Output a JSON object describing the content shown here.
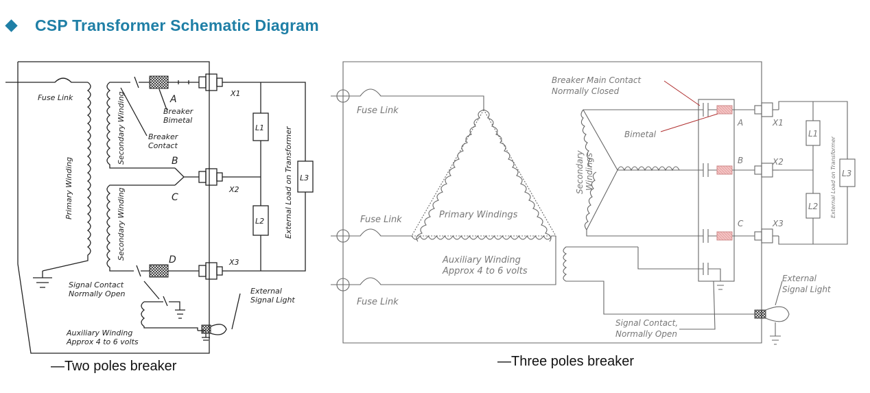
{
  "header": {
    "title": "CSP Transformer Schematic Diagram"
  },
  "left_diagram": {
    "caption": "—Two poles breaker",
    "labels": {
      "fuse_link": "Fuse Link",
      "primary_winding": "Primary Winding",
      "secondary_winding_top": "Secondary Winding",
      "secondary_winding_bottom": "Secondary Winding",
      "breaker_bimetal_1": "Breaker",
      "breaker_bimetal_2": "Bimetal",
      "breaker_contact_1": "Breaker",
      "breaker_contact_2": "Contact",
      "a": "A",
      "b": "B",
      "c": "C",
      "d": "D",
      "x1": "X1",
      "x2": "X2",
      "x3": "X3",
      "l1": "L1",
      "l2": "L2",
      "l3": "L3",
      "external_load": "External Load on Transformer",
      "signal_contact_1": "Signal Contact",
      "signal_contact_2": "Normally Open",
      "external_signal_1": "External",
      "external_signal_2": "Signal Light",
      "aux_1": "Auxiliary Winding",
      "aux_2": "Approx 4 to 6 volts"
    }
  },
  "right_diagram": {
    "caption": "—Three poles breaker",
    "labels": {
      "fuse_link_1": "Fuse Link",
      "fuse_link_2": "Fuse Link",
      "fuse_link_3": "Fuse Link",
      "primary_windings": "Primary Windings",
      "secondary_1": "Secondary",
      "secondary_2": "Windings",
      "breaker_main_1": "Breaker Main Contact",
      "breaker_main_2": "Normally Closed",
      "bimetal": "Bimetal",
      "a": "A",
      "b": "B",
      "c": "C",
      "x1": "X1",
      "x2": "X2",
      "x3": "X3",
      "l1": "L1",
      "l2": "L2",
      "l3": "L3",
      "external_load": "External Load on Transformer",
      "aux_1": "Auxiliary Winding",
      "aux_2": "Approx 4 to 6 volts",
      "external_signal_1": "External",
      "external_signal_2": "Signal Light",
      "signal_contact_1": "Signal Contact,",
      "signal_contact_2": "Normally Open"
    }
  },
  "colors": {
    "title": "#1f7fa6",
    "bimetal_right": "#e8a0a0"
  }
}
